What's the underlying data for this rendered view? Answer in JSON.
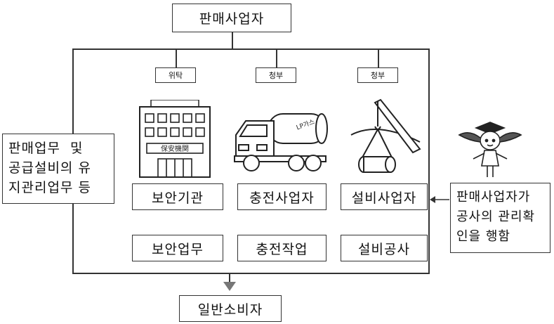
{
  "diagram": {
    "top_box": "판매사업자",
    "bottom_box": "일반소비자",
    "left_note": [
      "판매업무  및",
      "공급설비의 유",
      "지관리업무 등"
    ],
    "right_note": [
      "판매사업자가",
      "공사의 관리확",
      "인을 행함"
    ],
    "columns": [
      {
        "tag": "위탁",
        "org": "보안기관",
        "task": "보안업무",
        "illustration": "building-icon",
        "sign_text": "保安機関"
      },
      {
        "tag": "청부",
        "org": "충전사업자",
        "task": "충전작업",
        "illustration": "tanker-truck-icon",
        "sign_text": "LP가스"
      },
      {
        "tag": "청부",
        "org": "설비사업자",
        "task": "설비공사",
        "illustration": "crane-icon"
      }
    ],
    "colors": {
      "line": "#333333",
      "arrow": "#777777",
      "box_border": "#333333"
    }
  }
}
